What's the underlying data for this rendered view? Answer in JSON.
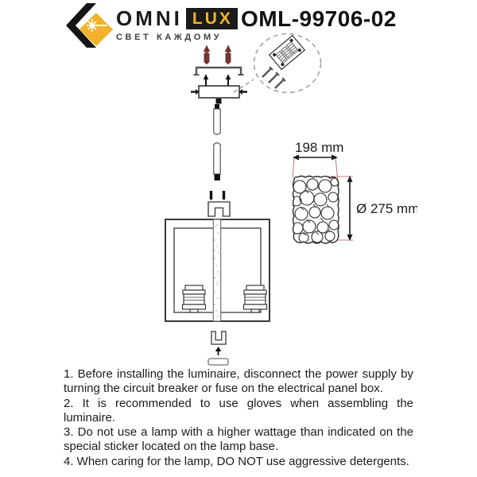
{
  "page": {
    "background": "#ffffff"
  },
  "brand": {
    "name_primary": "OMNI",
    "name_secondary": "LUX",
    "tagline": "СВЕТ КАЖДОМУ"
  },
  "header": {
    "model_number": "OML-99706-02"
  },
  "dimensions": {
    "width_label": "198 mm",
    "diameter_label": "Ø 275 mm"
  },
  "instructions": [
    "1. Before installing the luminaire, disconnect the power supply by turning the circuit breaker or fuse on the electrical panel box.",
    "2. It is recommended to use gloves when assembling the luminaire.",
    "3. Do not use a lamp with a higher wattage than indicated on the special sticker located on the lamp base.",
    "4. When caring for the lamp, DO NOT use aggressive detergents."
  ],
  "colors": {
    "brand_yellow": "#F2B32A",
    "brand_black": "#1B1B1B",
    "anchor_red": "#7A3434",
    "construction_line_red": "#C08080",
    "diagram_stroke": "#3A3A3A",
    "body_text": "#1C1C1C"
  }
}
